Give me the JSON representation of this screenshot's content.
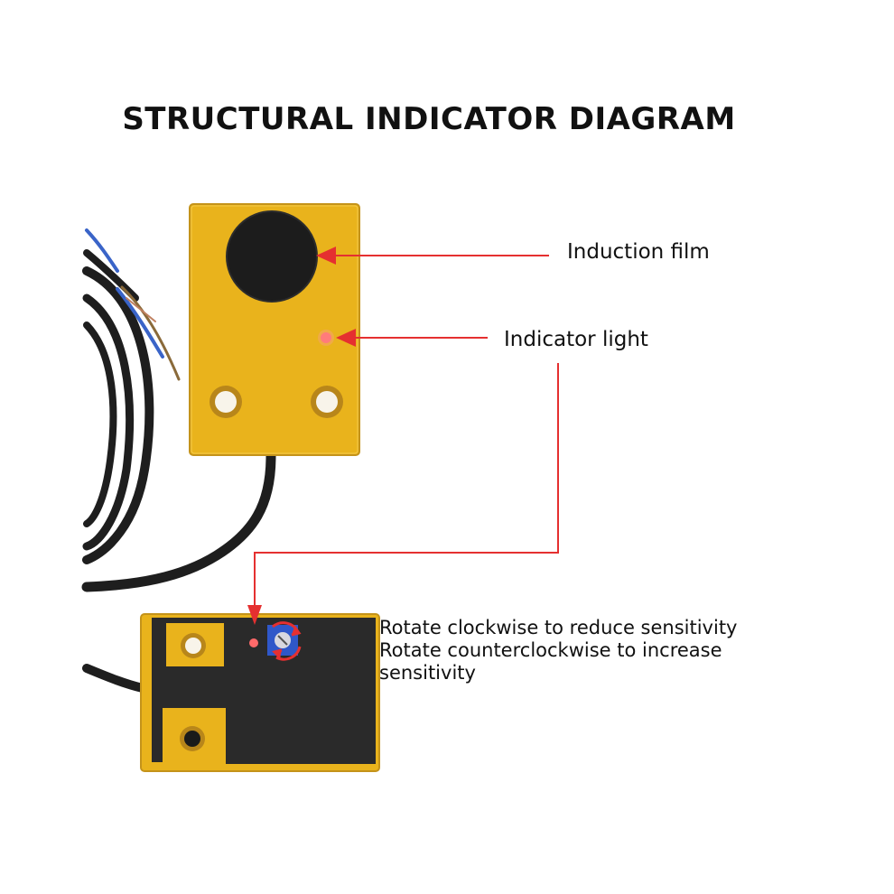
{
  "title": "STRUCTURAL INDICATOR DIAGRAM",
  "labels": {
    "induction_film": "Induction film",
    "indicator_light": "Indicator light",
    "rotate_clockwise": "Rotate clockwise to reduce sensitivity",
    "rotate_counter_line1": "Rotate counterclockwise to increase",
    "rotate_counter_line2": "sensitivity"
  },
  "colors": {
    "sensor_yellow": "#e9b31c",
    "film_black": "#1c1c1c",
    "cable_black": "#1e1e1e",
    "arrow_red": "#e53030",
    "led_red": "#ff6a6a",
    "pot_blue": "#2f57c9"
  }
}
